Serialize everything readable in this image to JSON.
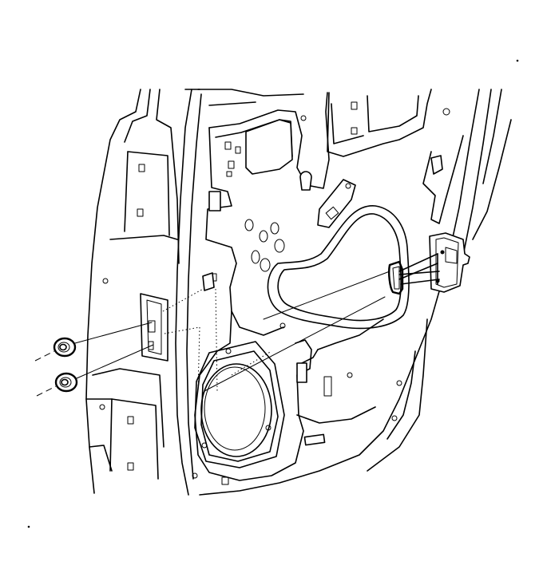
{
  "diagram": {
    "line_color": "#000000",
    "background": "#ffffff",
    "parts": [
      {
        "id": "door-frame-pillar",
        "icon": "body-pillar-icon"
      },
      {
        "id": "door-inner-panel",
        "icon": "door-panel-icon"
      },
      {
        "id": "speaker-opening",
        "icon": "speaker-opening-icon"
      },
      {
        "id": "door-check-link",
        "icon": "door-check-icon"
      },
      {
        "id": "nut-upper",
        "icon": "nut-icon"
      },
      {
        "id": "nut-lower",
        "icon": "nut-icon"
      }
    ]
  }
}
